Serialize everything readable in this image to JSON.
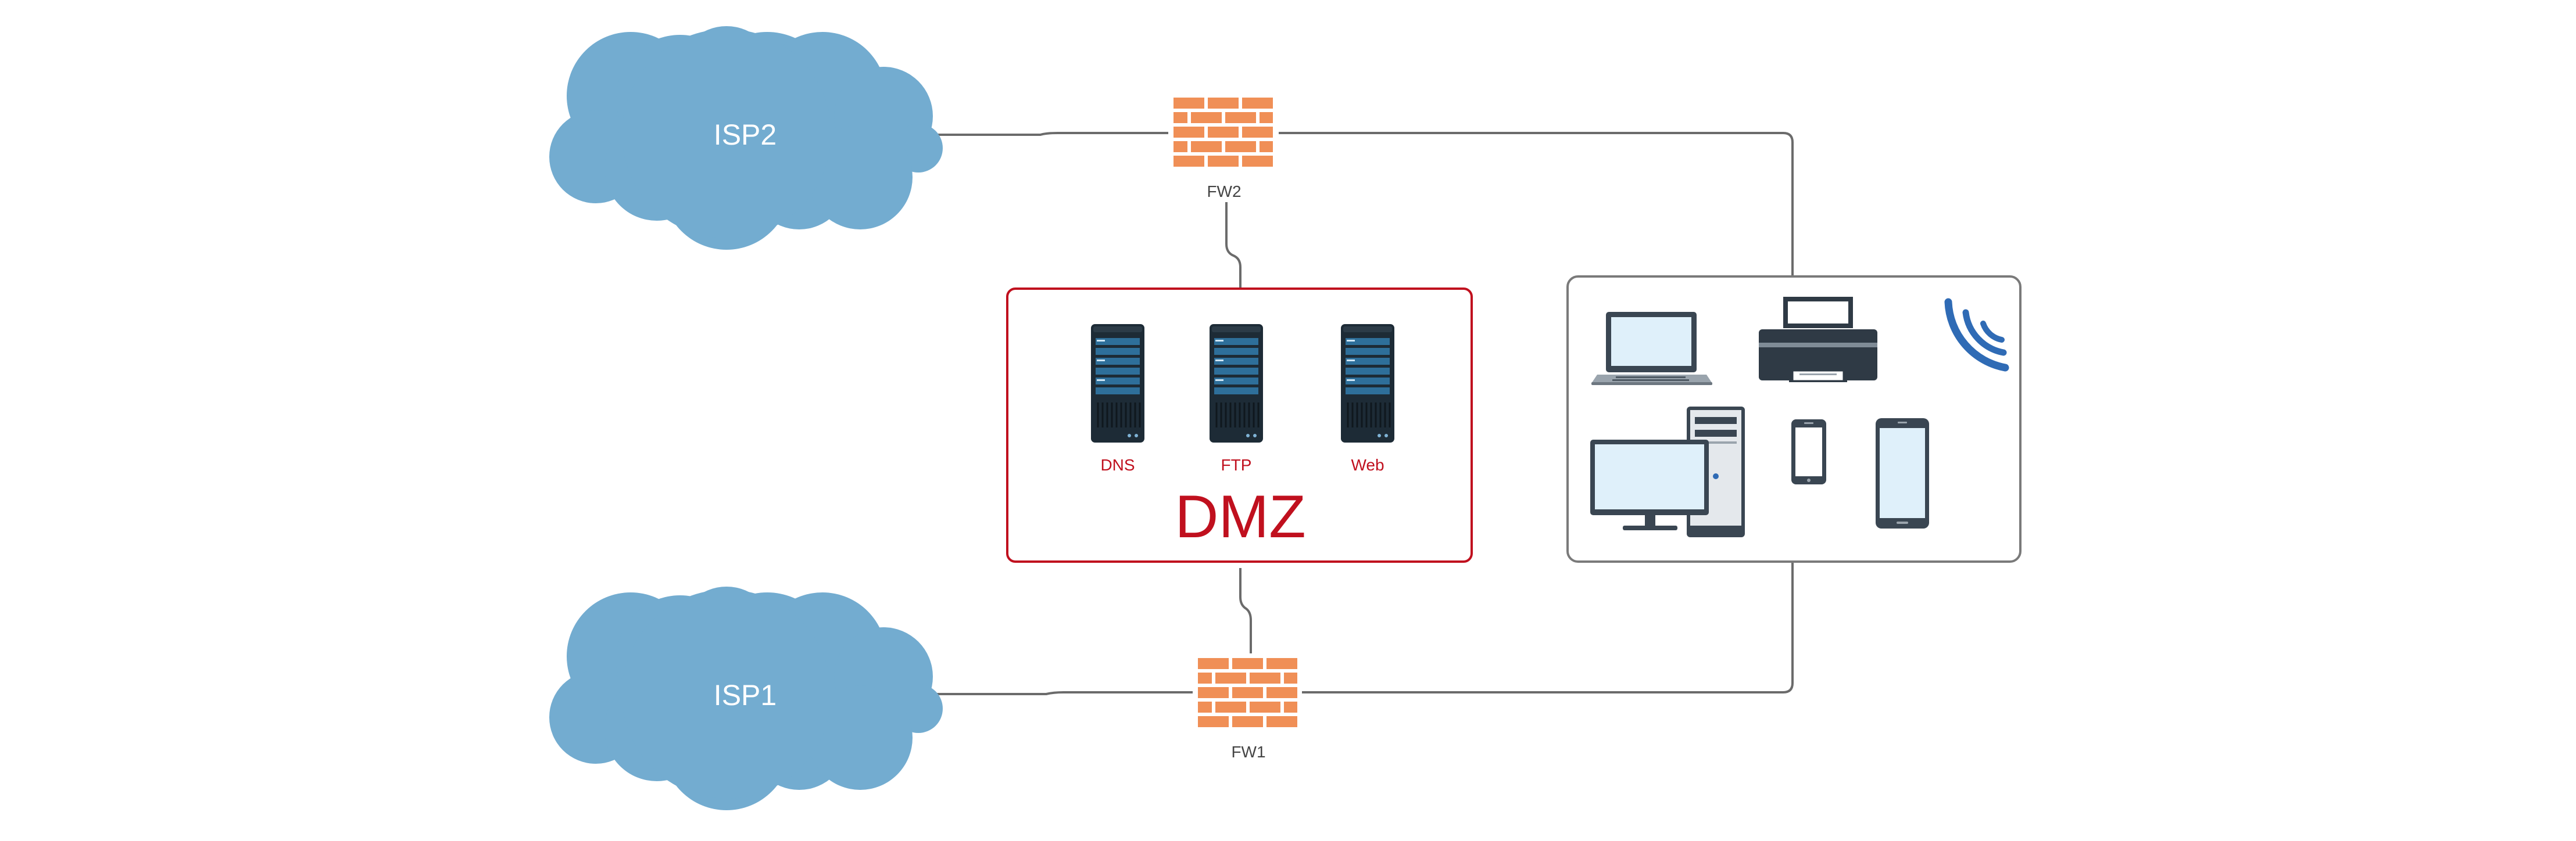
{
  "clouds": {
    "isp2": {
      "label": "ISP2"
    },
    "isp1": {
      "label": "ISP1"
    }
  },
  "firewalls": {
    "fw2": {
      "label": "FW2"
    },
    "fw1": {
      "label": "FW1"
    }
  },
  "dmz": {
    "title": "DMZ",
    "servers": [
      {
        "label": "DNS"
      },
      {
        "label": "FTP"
      },
      {
        "label": "Web"
      }
    ]
  },
  "colors": {
    "cloud": "#73acd0",
    "firewall": "#f08f56",
    "dmz_accent": "#c0101e",
    "line": "#6b6b6b",
    "server_dark": "#1d2b36",
    "server_stripe": "#2e6f9a",
    "device_screen": "#dff0fa",
    "device_body": "#3a4652",
    "wifi": "#2f6bb5"
  },
  "icons": [
    "cloud-icon",
    "firewall-icon",
    "server-icon",
    "laptop-icon",
    "printer-icon",
    "wifi-icon",
    "desktop-icon",
    "smartphone-icon",
    "tablet-icon"
  ]
}
